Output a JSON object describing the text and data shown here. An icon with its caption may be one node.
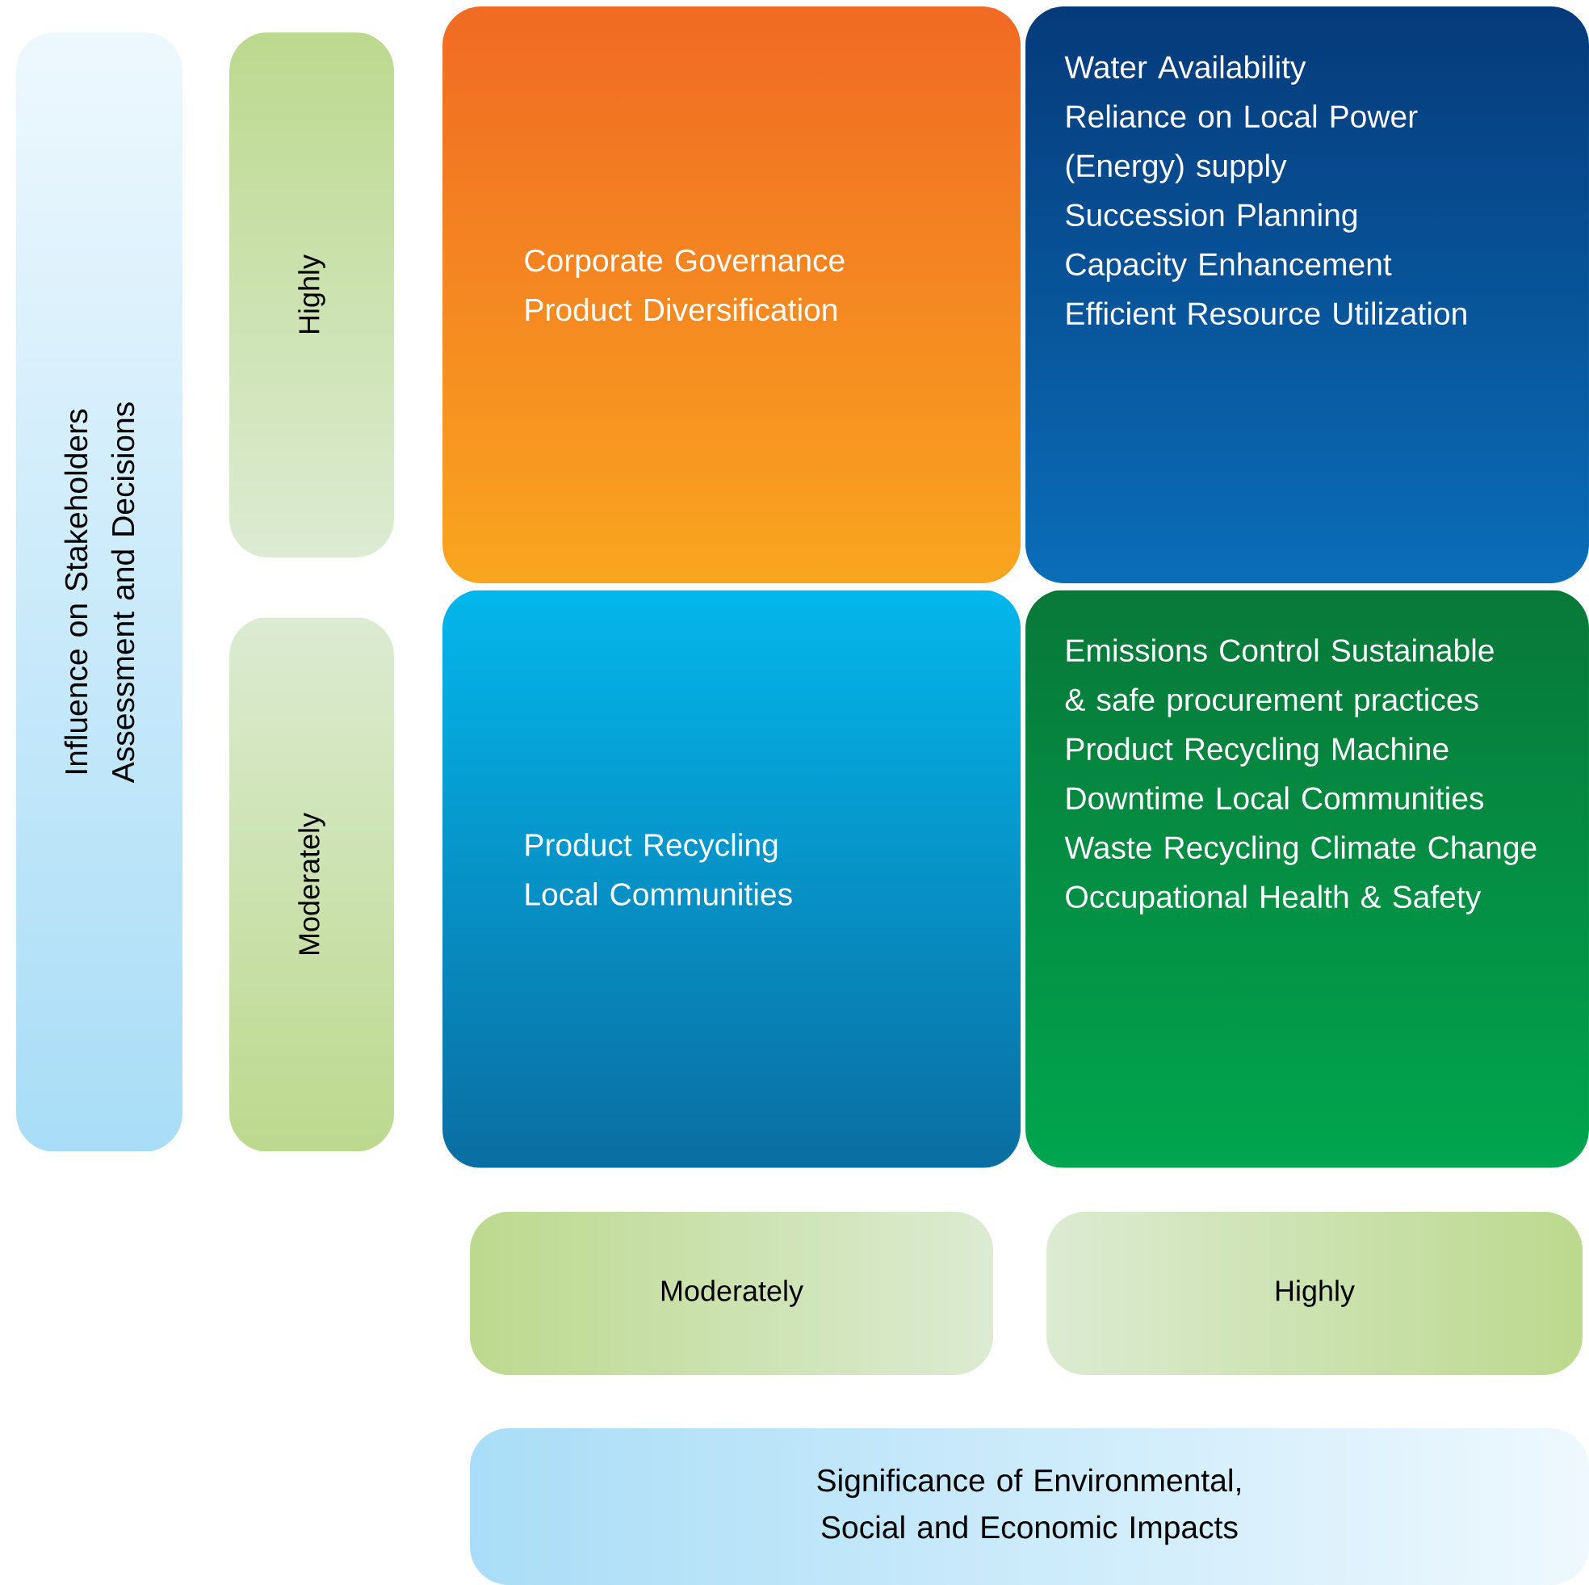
{
  "diagram": {
    "nodes": [
      {
        "text": [
          "Influence on Stakeholders Assessment and Decisions"
        ]
      },
      {
        "text": [
          "Highly"
        ]
      },
      {
        "text": [
          "Moderately"
        ]
      },
      {
        "text": [
          "Corporate Governance",
          "Product Diversification"
        ]
      },
      {
        "text": [
          "Water Availability",
          "Reliance on Local Power (Energy) supply",
          "Succession Planning",
          "Capacity Enhancement",
          "Efficient Resource Utilization"
        ]
      },
      {
        "text": [
          "Product Recycling",
          "Local Communities"
        ]
      },
      {
        "text": [
          "Emissions Control Sustainable & safe procurement practices Product Recycling Machine Downtime Local Communities Waste Recycling Climate Change Occupational Health & Safety"
        ]
      },
      {
        "text": [
          "Moderately"
        ]
      },
      {
        "text": [
          "Highly"
        ]
      },
      {
        "text": [
          "Significance of Environmental, Social and Economic Impacts"
        ]
      }
    ]
  }
}
